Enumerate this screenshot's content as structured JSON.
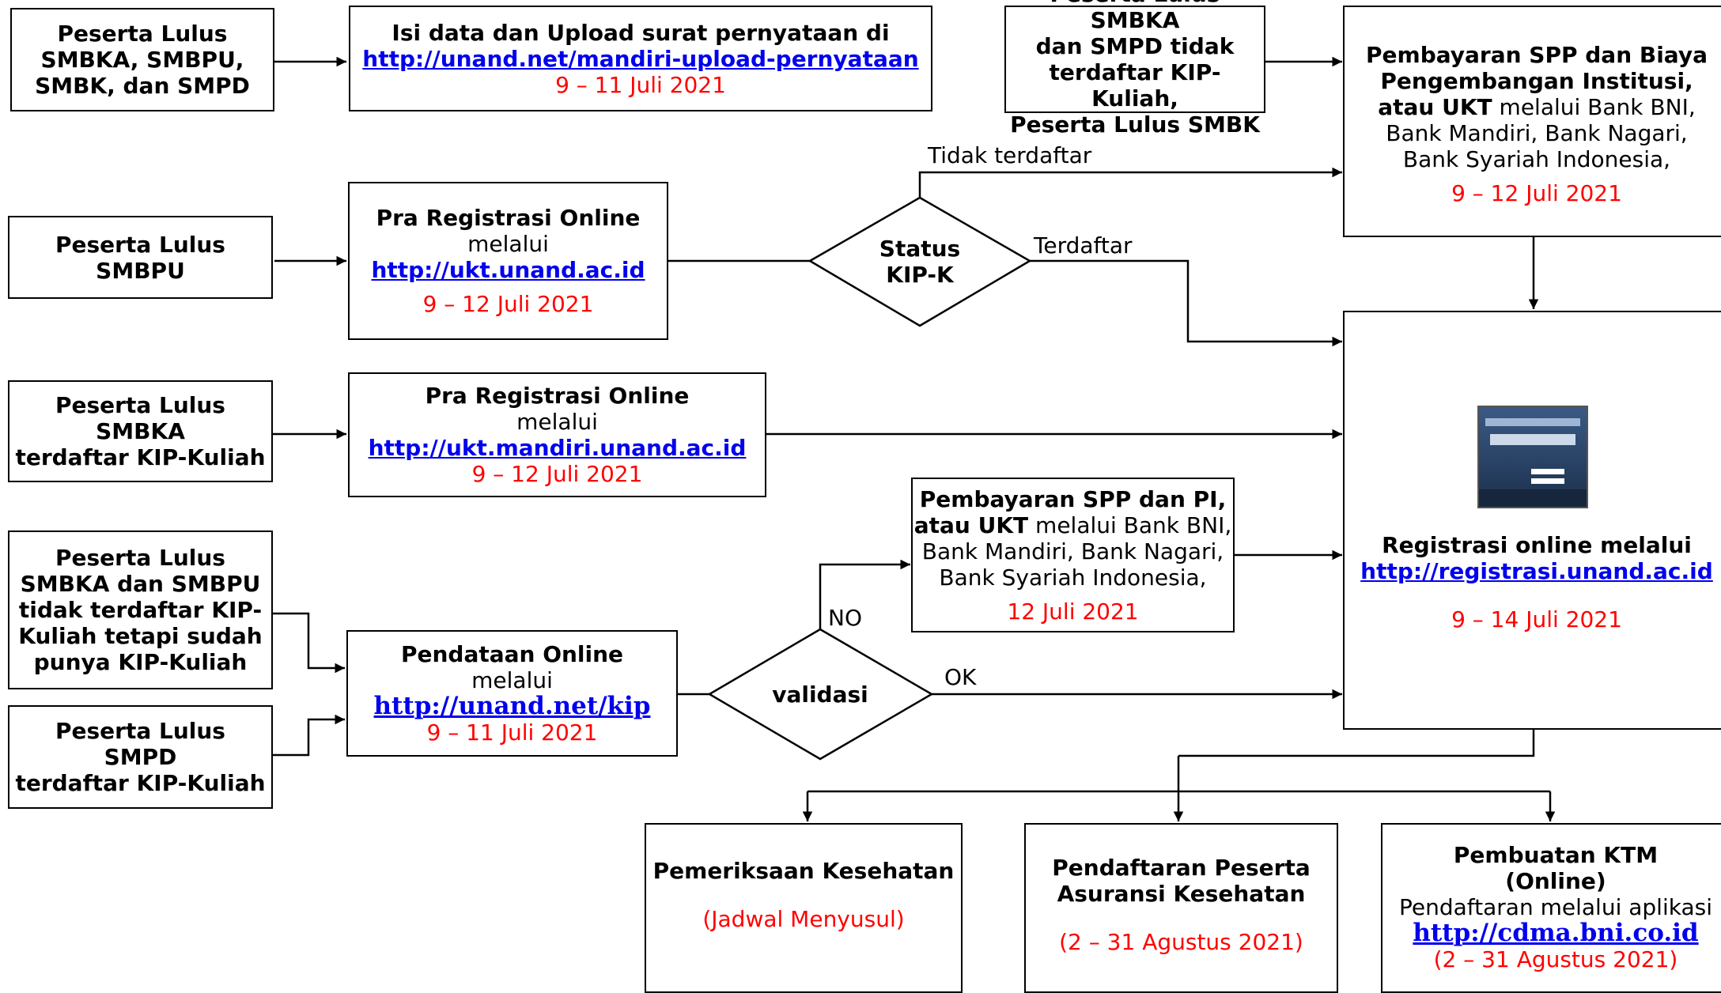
{
  "boxes": {
    "src_all": {
      "lines": [
        "Peserta Lulus",
        "SMBKA, SMBPU,",
        "SMBK, dan SMPD"
      ]
    },
    "upload": {
      "title": "Isi data dan Upload surat pernyataan di",
      "link": "http://unand.net/mandiri-upload-pernyataan",
      "date": "9 – 11 Juli 2021"
    },
    "src_smbka_smpd": {
      "lines": [
        "Peserta Lulus SMBKA",
        "dan SMPD tidak",
        "terdaftar KIP-Kuliah,",
        "Peserta Lulus SMBK"
      ]
    },
    "pay_spp_bi": {
      "bold1": "Pembayaran SPP dan Biaya",
      "bold2": "Pengembangan Institusi,",
      "bold3": "atau UKT",
      "normal3": " melalui Bank BNI,",
      "line4": "Bank Mandiri, Bank Nagari,",
      "line5": "Bank Syariah Indonesia,",
      "date": "9 – 12 Juli 2021"
    },
    "src_smbpu": {
      "lines": [
        "Peserta Lulus",
        "SMBPU"
      ]
    },
    "prareg_ukt": {
      "title": "Pra Registrasi Online",
      "sub": "melalui",
      "link": "http://ukt.unand.ac.id",
      "date": "9 – 12 Juli 2021"
    },
    "src_smbka_kip": {
      "lines": [
        "Peserta Lulus",
        "SMBKA",
        "terdaftar KIP-Kuliah"
      ]
    },
    "prareg_mandiri": {
      "title": "Pra Registrasi Online",
      "sub": "melalui",
      "link": "http://ukt.mandiri.unand.ac.id",
      "date": "9 – 12 Juli 2021"
    },
    "pay_spp_pi": {
      "bold1": "Pembayaran SPP dan PI,",
      "bold2": "atau UKT",
      "normal2": " melalui Bank BNI,",
      "line3": "Bank Mandiri, Bank Nagari,",
      "line4": "Bank Syariah Indonesia,",
      "date": "12 Juli 2021"
    },
    "registrasi": {
      "title": "Registrasi online melalui",
      "link": "http://registrasi.unand.ac.id",
      "date": "9 – 14 Juli 2021"
    },
    "src_has_kip": {
      "lines": [
        "Peserta Lulus",
        "SMBKA dan SMBPU",
        "tidak terdaftar KIP-",
        "Kuliah tetapi sudah",
        "punya KIP-Kuliah"
      ]
    },
    "pendataan": {
      "title": "Pendataan Online",
      "sub": "melalui",
      "link": "http://unand.net/kip",
      "date": "9 – 11 Juli 2021"
    },
    "src_smpd_kip": {
      "lines": [
        "Peserta Lulus",
        "SMPD",
        "terdaftar KIP-Kuliah"
      ]
    },
    "kesehatan": {
      "title": "Pemeriksaan Kesehatan",
      "date": "(Jadwal Menyusul)"
    },
    "asuransi": {
      "lines": [
        "Pendaftaran Peserta",
        "Asuransi Kesehatan"
      ],
      "date": "(2 – 31 Agustus 2021)"
    },
    "ktm": {
      "lines": [
        "Pembuatan KTM",
        "(Online)"
      ],
      "sub": "Pendaftaran melalui aplikasi",
      "link": "http://cdma.bni.co.id",
      "date": "(2 – 31 Agustus 2021)"
    }
  },
  "decisions": {
    "kip": {
      "lines": [
        "Status",
        "KIP-K"
      ]
    },
    "validasi": {
      "label": "validasi"
    }
  },
  "edge_labels": {
    "tidak_terdaftar": "Tidak terdaftar",
    "terdaftar": "Terdaftar",
    "no": "NO",
    "ok": "OK"
  },
  "colors": {
    "link": "#0000ee",
    "date": "#ff0000",
    "line": "#000000"
  }
}
